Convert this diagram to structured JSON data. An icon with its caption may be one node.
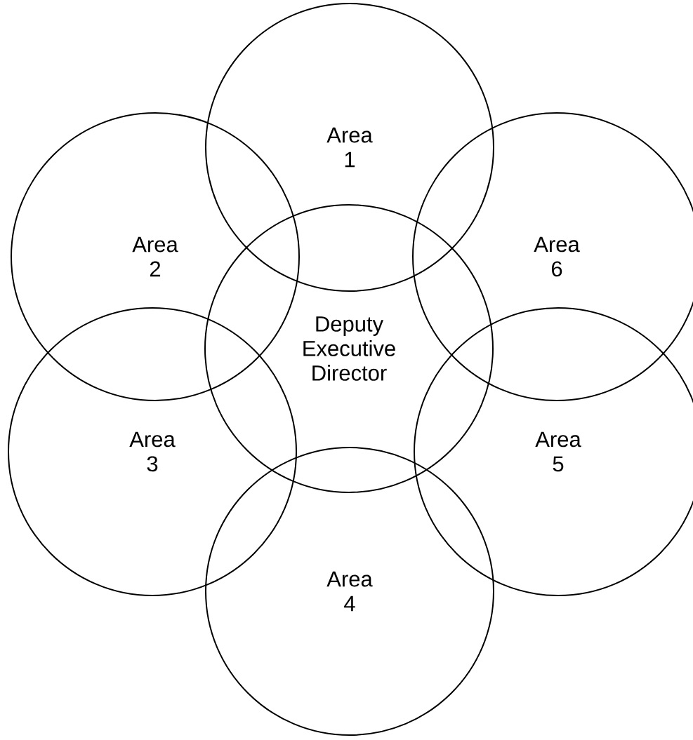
{
  "diagram": {
    "nodes": [
      {
        "text": [
          "Area 1"
        ]
      },
      {
        "text": [
          "Area 2"
        ]
      },
      {
        "text": [
          "Area 6"
        ]
      },
      {
        "text": [
          "Deputy Executive Director"
        ]
      },
      {
        "text": [
          "Area 3"
        ]
      },
      {
        "text": [
          "Area 5"
        ]
      },
      {
        "text": [
          "Area 4"
        ]
      }
    ]
  }
}
